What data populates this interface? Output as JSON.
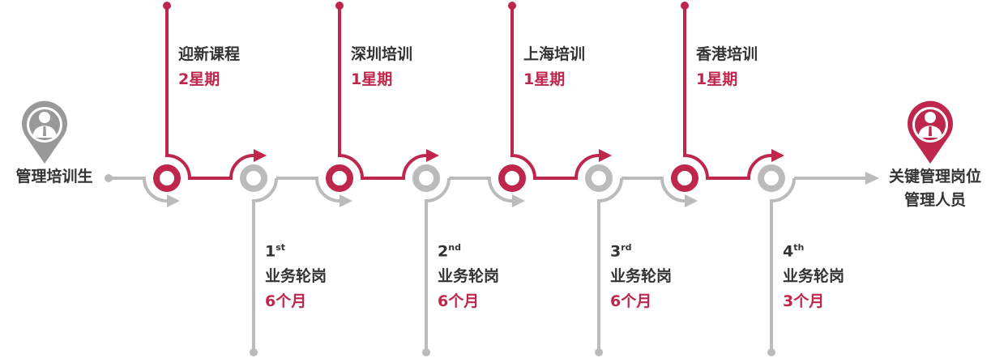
{
  "start": {
    "label": "管理培训生"
  },
  "end": {
    "line1": "关键管理岗位",
    "line2": "管理人员"
  },
  "colors": {
    "accent": "#be264c",
    "gray": "#bbbbbb"
  },
  "stages": [
    {
      "training": "迎新课程",
      "training_duration": "2星期",
      "rotation_num": "1",
      "rotation_suffix": "st",
      "rotation_label": "业务轮岗",
      "rotation_duration": "6个月"
    },
    {
      "training": "深圳培训",
      "training_duration": "1星期",
      "rotation_num": "2",
      "rotation_suffix": "nd",
      "rotation_label": "业务轮岗",
      "rotation_duration": "6个月"
    },
    {
      "training": "上海培训",
      "training_duration": "1星期",
      "rotation_num": "3",
      "rotation_suffix": "rd",
      "rotation_label": "业务轮岗",
      "rotation_duration": "6个月"
    },
    {
      "training": "香港培训",
      "training_duration": "1星期",
      "rotation_num": "4",
      "rotation_suffix": "th",
      "rotation_label": "业务轮岗",
      "rotation_duration": "3个月"
    }
  ]
}
